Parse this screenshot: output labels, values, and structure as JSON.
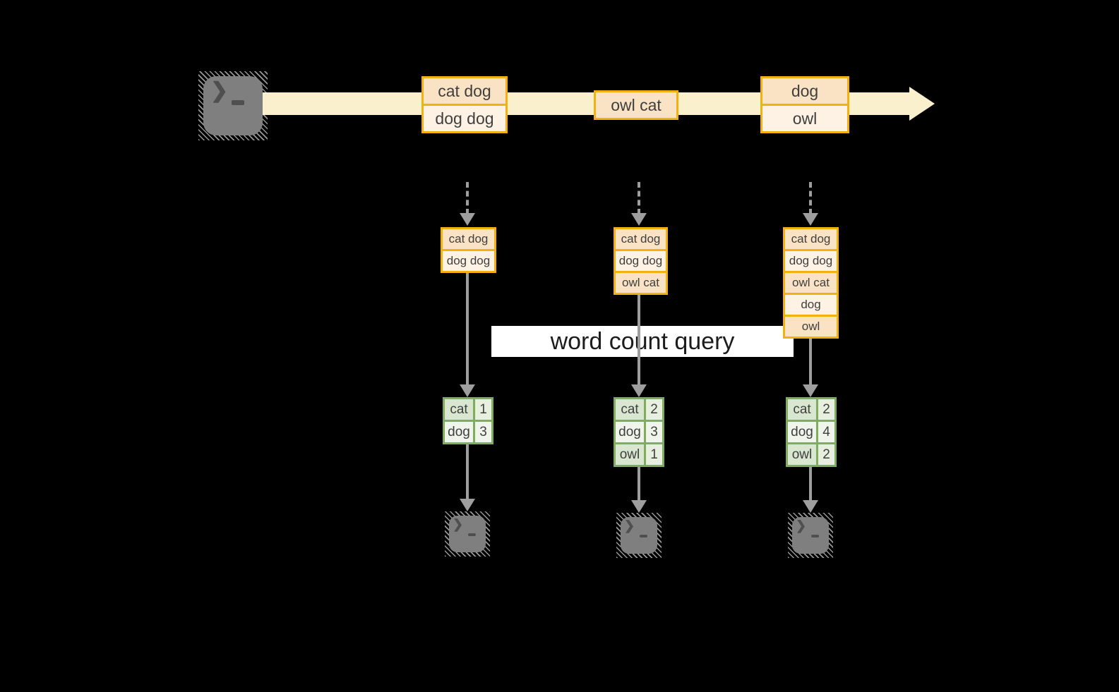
{
  "banner": {
    "label": "word count query"
  },
  "terminal": {
    "prompt": "❯"
  },
  "stream": {
    "events": [
      {
        "rows": [
          "cat dog",
          "dog dog"
        ]
      },
      {
        "rows": [
          "owl cat"
        ]
      },
      {
        "rows": [
          "dog",
          "owl"
        ]
      }
    ]
  },
  "buffers": [
    {
      "rows": [
        "cat dog",
        "dog dog"
      ]
    },
    {
      "rows": [
        "cat dog",
        "dog dog",
        "owl cat"
      ]
    },
    {
      "rows": [
        "cat dog",
        "dog dog",
        "owl cat",
        "dog",
        "owl"
      ]
    }
  ],
  "tables": [
    {
      "rows": [
        {
          "word": "cat",
          "count": "1"
        },
        {
          "word": "dog",
          "count": "3"
        }
      ]
    },
    {
      "rows": [
        {
          "word": "cat",
          "count": "2"
        },
        {
          "word": "dog",
          "count": "3"
        },
        {
          "word": "owl",
          "count": "1"
        }
      ]
    },
    {
      "rows": [
        {
          "word": "cat",
          "count": "2"
        },
        {
          "word": "dog",
          "count": "4"
        },
        {
          "word": "owl",
          "count": "2"
        }
      ]
    }
  ],
  "colors": {
    "background": "#000000",
    "orange_border": "#F2B10E",
    "peach_dark": "#FAE3C5",
    "peach_light": "#FDF2E3",
    "stream_band": "#FAF0CE",
    "green_border": "#7FAD5C",
    "green_cell_dark": "#DAE7D0",
    "green_cell_light": "#F0F5EC",
    "arrow_gray": "#9E9E9E",
    "terminal_gray": "#7F7F7F",
    "banner_bg": "#FFFFFF"
  }
}
